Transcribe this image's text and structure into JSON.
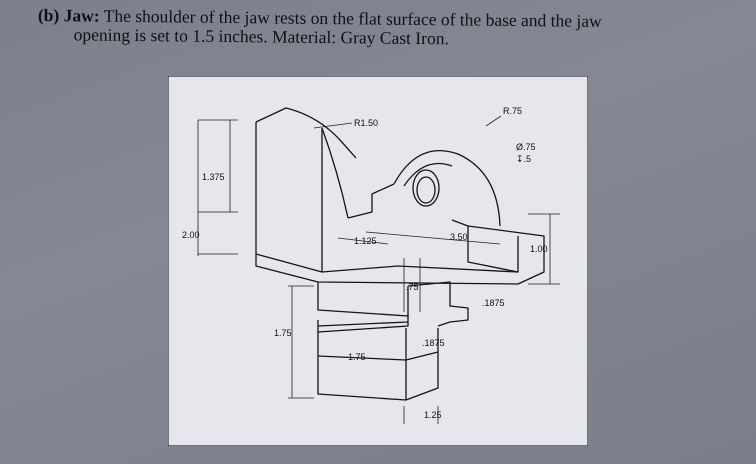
{
  "problem": {
    "label": "(b) Jaw:",
    "text_line1": "The shoulder of the jaw rests on the flat surface of the base and the jaw",
    "text_line2": "opening is set to 1.5 inches. Material: Gray Cast Iron."
  },
  "drawing": {
    "dims": {
      "r150": "R1.50",
      "r75": "R.75",
      "dia75": "Ø.75",
      "depth5": "↧.5",
      "d1375": "1.375",
      "d200": "2.00",
      "d1125": "1.125",
      "d350": "3.50",
      "d100": "1.00",
      "d75": ".75",
      "d1875a": ".1875",
      "d1875b": ".1875",
      "d175a": "1.75",
      "d175b": "1.75",
      "d125": "1.25"
    }
  }
}
